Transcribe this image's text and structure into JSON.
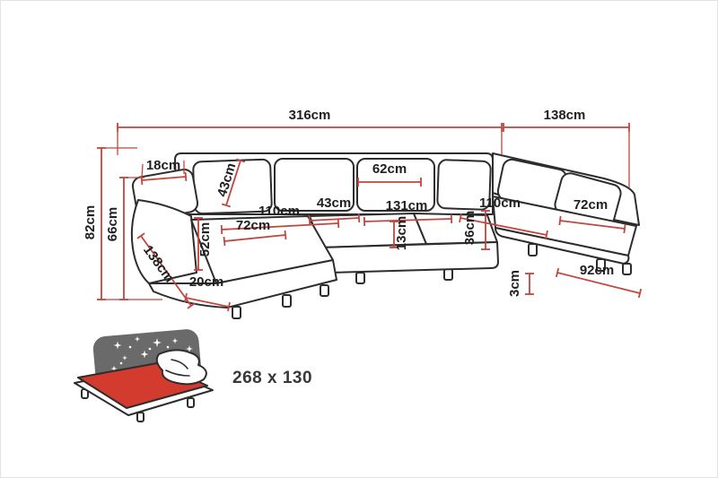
{
  "diagram": {
    "title": "corner-sofa-dimension-diagram"
  },
  "colors": {
    "dim_red": "#c0463f",
    "outline_dark": "#2d2d2d",
    "label_text": "#1f1f1f",
    "mattress_red": "#d23b2e",
    "blanket_gray": "#6a6a6a"
  },
  "labels": {
    "top_width": "316cm",
    "right_section_width": "138cm",
    "total_height": "82cm",
    "backrest_height": "66cm",
    "armrest_width": "18cm",
    "back_cushion_height": "43cm",
    "center_cushion_width": "62cm",
    "left_seat_length": "110cm",
    "corner_seat_width": "43cm",
    "center_seat_length": "131cm",
    "right_seat_length": "110cm",
    "left_seat_depth": "72cm",
    "right_seat_depth": "72cm",
    "seat_height": "52cm",
    "center_gap": "13cm",
    "right_section_depth": "36cm",
    "left_chaise_length": "138cm",
    "base_height": "20cm",
    "leg_height": "3cm",
    "right_chaise_length": "92cm"
  },
  "sleeping_area": {
    "label": "268 x 130"
  }
}
